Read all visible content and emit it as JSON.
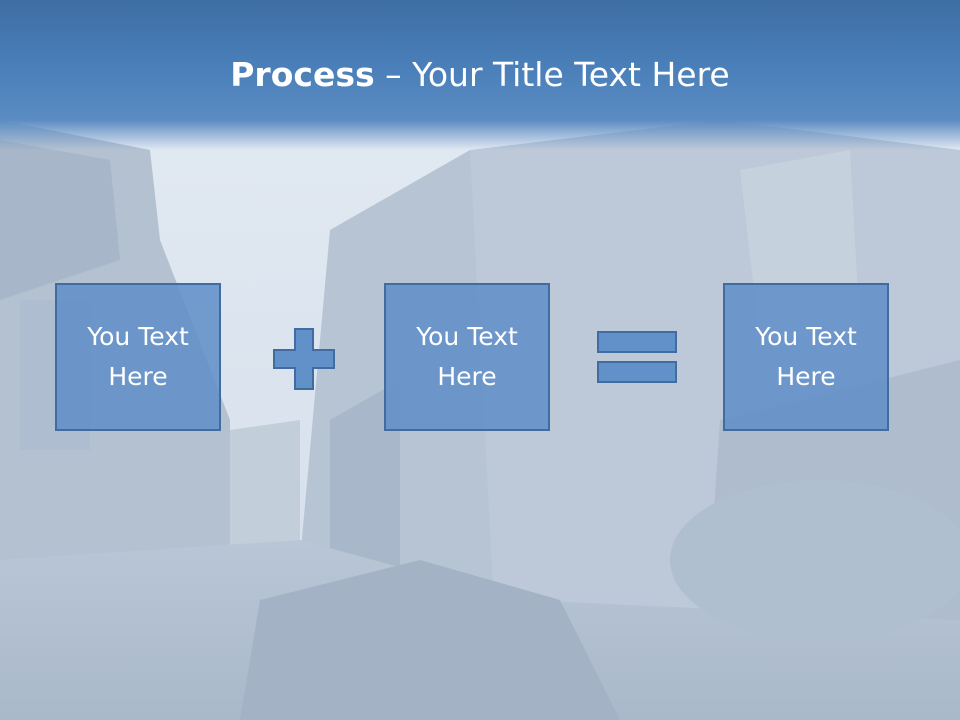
{
  "title": {
    "bold": "Process",
    "rest": " – Your Title Text Here"
  },
  "boxes": [
    {
      "line1": "You Text",
      "line2": "Here"
    },
    {
      "line1": "You Text",
      "line2": "Here"
    },
    {
      "line1": "You Text",
      "line2": "Here"
    }
  ],
  "colors": {
    "header": "#4a7fb9",
    "box_fill": "#6290c8",
    "box_border": "#3f6d9f"
  },
  "icons": [
    "plus-icon",
    "equals-icon"
  ]
}
